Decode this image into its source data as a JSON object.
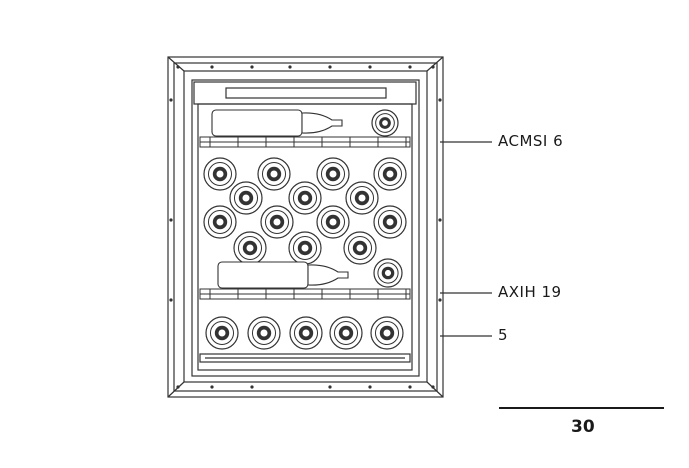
{
  "callouts": [
    {
      "label": "ACMSI 6"
    },
    {
      "label": "AXIH 19"
    },
    {
      "label": "5"
    }
  ],
  "scale": {
    "label": "30"
  },
  "colors": {
    "stroke": "#333333",
    "fill": "#ffffff",
    "shade": "#e8e8e8"
  }
}
